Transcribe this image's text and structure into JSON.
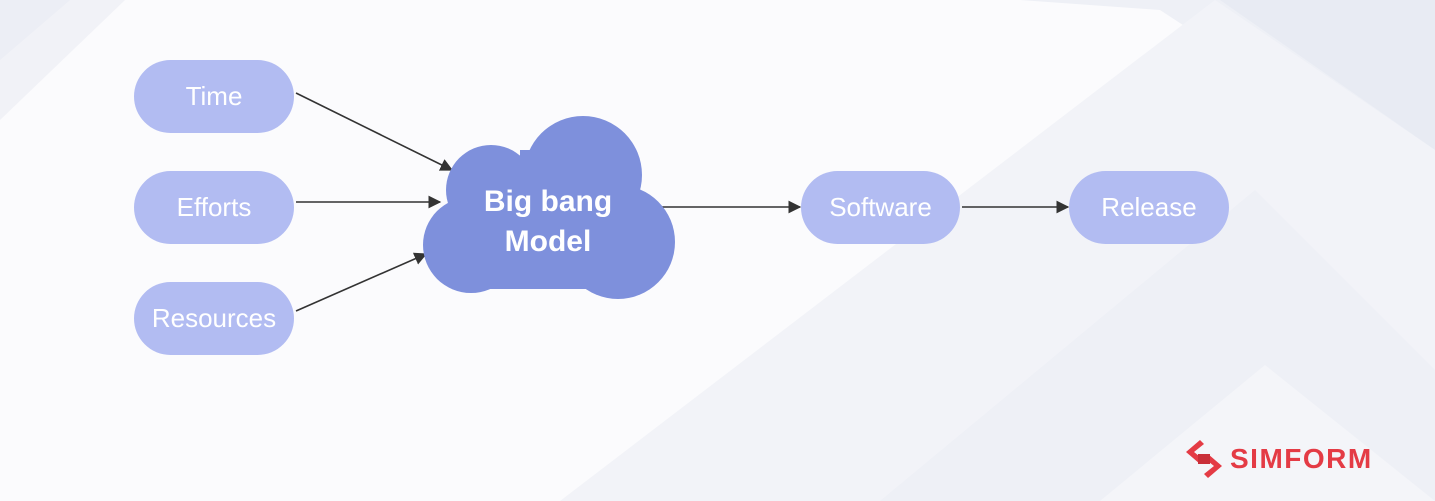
{
  "colors": {
    "pill": "#b2bcf2",
    "cloud": "#7e90dc",
    "arrow": "#333333",
    "brand": "#e43b45",
    "background": "#fbfbfd"
  },
  "inputs": [
    {
      "id": "time",
      "label": "Time"
    },
    {
      "id": "efforts",
      "label": "Efforts"
    },
    {
      "id": "resources",
      "label": "Resources"
    }
  ],
  "model": {
    "line1": "Big bang",
    "line2": "Model"
  },
  "outputs": [
    {
      "id": "software",
      "label": "Software"
    },
    {
      "id": "release",
      "label": "Release"
    }
  ],
  "brand": {
    "name": "SIMFORM",
    "icon": "simform-logo-icon"
  }
}
